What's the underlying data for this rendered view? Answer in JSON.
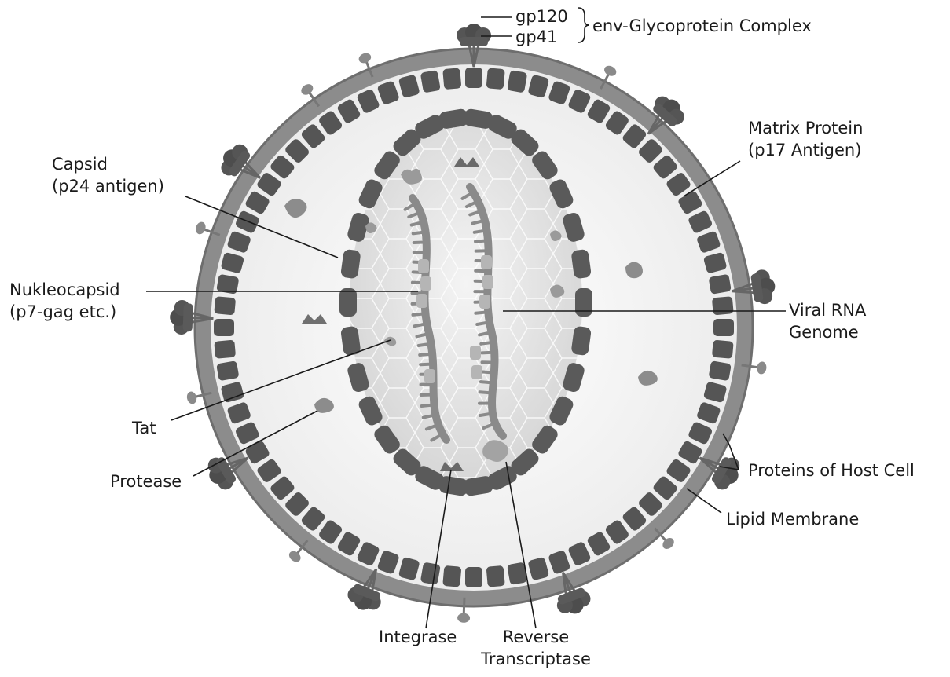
{
  "labels": {
    "gp120": "gp120",
    "gp41": "gp41",
    "env_complex": "env-Glycoprotein Complex",
    "matrix_line1": "Matrix Protein",
    "matrix_line2": "(p17 Antigen)",
    "capsid_line1": "Capsid",
    "capsid_line2": "(p24 antigen)",
    "nucleo_line1": "Nukleocapsid",
    "nucleo_line2": "(p7-gag etc.)",
    "rna_line1": "Viral RNA",
    "rna_line2": "Genome",
    "tat": "Tat",
    "protease": "Protease",
    "host_proteins": "Proteins of Host Cell",
    "lipid": "Lipid Membrane",
    "integrase": "Integrase",
    "rt_line1": "Reverse",
    "rt_line2": "Transcriptase"
  },
  "colors": {
    "membrane": "#8c8c8c",
    "membrane_edge": "#6e6e6e",
    "segment": "#555555",
    "capsid_segment": "#5a5a5a",
    "interior": "#f3f3f3",
    "core_fill": "#e4e4e4",
    "rna": "#8a8a8a",
    "protein_light": "#a8a8a8",
    "line": "#1a1a1a"
  }
}
